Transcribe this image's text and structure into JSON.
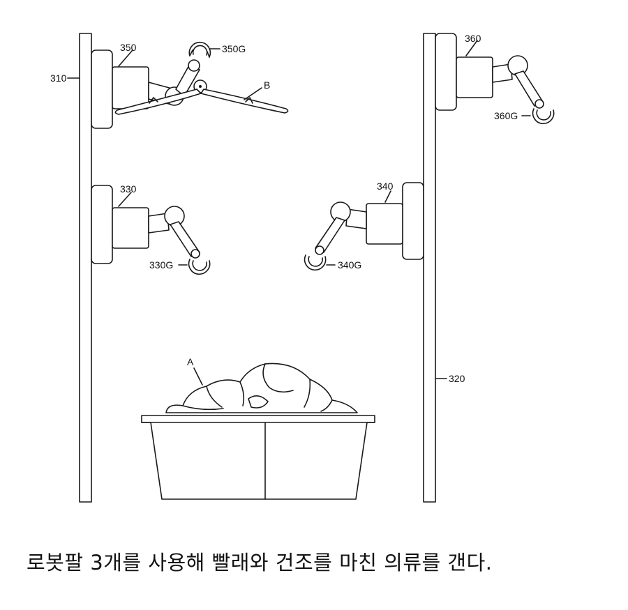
{
  "labels": {
    "wall_left": "310",
    "wall_right": "320",
    "arm_330": "330",
    "gripper_330": "330G",
    "arm_340": "340",
    "gripper_340": "340G",
    "arm_350": "350",
    "gripper_350": "350G",
    "arm_360": "360",
    "gripper_360": "360G",
    "hanger": "B",
    "laundry": "A"
  },
  "caption": "로봇팔 3개를 사용해 빨래와 건조를 마친 의류를 갠다."
}
